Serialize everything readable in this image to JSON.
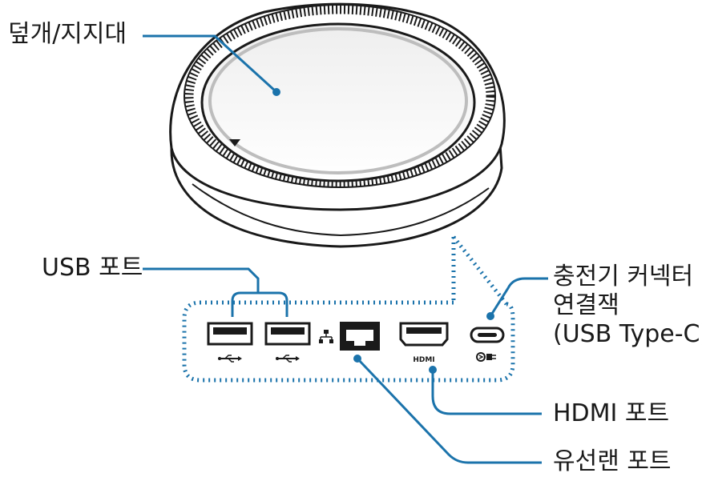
{
  "labels": {
    "cover": "덮개/지지대",
    "usb": "USB 포트",
    "charger": [
      "충전기 커넥터",
      "연결잭",
      "(USB Type-C)"
    ],
    "hdmi": "HDMI 포트",
    "lan": "유선랜 포트",
    "hdmi_port_text": "HDMI"
  },
  "colors": {
    "callout": "#1b73ab",
    "line": "#1a1a1a"
  }
}
